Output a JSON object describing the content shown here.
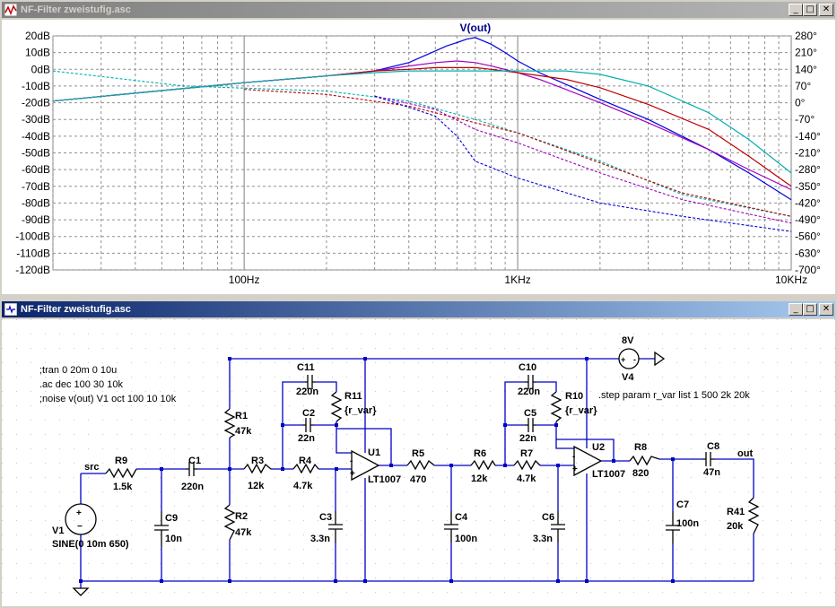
{
  "plot_window": {
    "title": "NF-Filter zweistufig.asc",
    "trace_label": "V(out)",
    "left_ticks": [
      "20dB",
      "10dB",
      "0dB",
      "-10dB",
      "-20dB",
      "-30dB",
      "-40dB",
      "-50dB",
      "-60dB",
      "-70dB",
      "-80dB",
      "-90dB",
      "-100dB",
      "-110dB",
      "-120dB"
    ],
    "right_ticks": [
      "280°",
      "210°",
      "140°",
      "70°",
      "0°",
      "-70°",
      "-140°",
      "-210°",
      "-280°",
      "-350°",
      "-420°",
      "-490°",
      "-560°",
      "-630°",
      "-700°"
    ],
    "x_ticks": [
      "100Hz",
      "1KHz",
      "10KHz"
    ]
  },
  "chart_data": {
    "type": "line",
    "title": "V(out)",
    "x_scale": "log",
    "xlim_hz": [
      20,
      10000
    ],
    "ylim_db": [
      -120,
      20
    ],
    "ylim_phase_deg": [
      -700,
      280
    ],
    "grid": true,
    "series": [
      {
        "color": "#0000e0",
        "x": [
          20,
          100,
          200,
          300,
          400,
          500,
          550,
          600,
          650,
          700,
          800,
          900,
          1000,
          1200,
          1500,
          2000,
          3000,
          5000,
          7000,
          10000
        ],
        "magnitude_db": [
          -19,
          -8,
          -4,
          -1,
          4,
          11,
          14,
          16,
          18,
          19,
          15,
          10,
          5,
          -2,
          -9,
          -18,
          -30,
          -48,
          -62,
          -78
        ]
      },
      {
        "color": "#a000c0",
        "x": [
          20,
          100,
          200,
          300,
          400,
          500,
          600,
          700,
          800,
          1000,
          1200,
          1500,
          2000,
          3000,
          5000,
          7000,
          10000
        ],
        "magnitude_db": [
          -19,
          -8,
          -4,
          -1,
          2,
          4,
          5,
          4,
          2,
          -2,
          -6,
          -12,
          -20,
          -32,
          -48,
          -60,
          -72
        ]
      },
      {
        "color": "#c00000",
        "x": [
          20,
          100,
          200,
          300,
          400,
          500,
          600,
          700,
          800,
          1000,
          1500,
          2000,
          3000,
          5000,
          7000,
          10000
        ],
        "magnitude_db": [
          -19,
          -8,
          -4,
          -1,
          0,
          1,
          1,
          1,
          0,
          -2,
          -6,
          -11,
          -21,
          -36,
          -52,
          -70
        ]
      },
      {
        "color": "#00b0b0",
        "x": [
          20,
          100,
          200,
          300,
          400,
          500,
          700,
          1000,
          1500,
          2000,
          3000,
          5000,
          7000,
          10000
        ],
        "magnitude_db": [
          -19,
          -8,
          -4,
          -2,
          -1,
          -1,
          -1,
          -1,
          -1,
          -3,
          -10,
          -26,
          -42,
          -62
        ]
      }
    ]
  },
  "schematic_window": {
    "title": "NF-Filter zweistufig.asc",
    "directives": [
      ";tran 0 20m 0 10u",
      ".ac dec 100 30 10k",
      ";noise v(out) V1 oct 100 10 10k"
    ],
    "step_directive": ".step param r_var list 1 500 2k 20k",
    "net_labels": {
      "src": "src",
      "out": "out"
    },
    "components": {
      "R9": {
        "name": "R9",
        "value": "1.5k"
      },
      "C1": {
        "name": "C1",
        "value": "220n"
      },
      "C9": {
        "name": "C9",
        "value": "10n"
      },
      "R1": {
        "name": "R1",
        "value": "47k"
      },
      "R2": {
        "name": "R2",
        "value": "47k"
      },
      "R3": {
        "name": "R3",
        "value": "12k"
      },
      "R4": {
        "name": "R4",
        "value": "4.7k"
      },
      "C11": {
        "name": "C11",
        "value": "220n"
      },
      "C2": {
        "name": "C2",
        "value": "22n"
      },
      "R11": {
        "name": "R11",
        "value": "{r_var}"
      },
      "C3": {
        "name": "C3",
        "value": "3.3n"
      },
      "U1": {
        "name": "U1",
        "value": "LT1007"
      },
      "R5": {
        "name": "R5",
        "value": "470"
      },
      "R6": {
        "name": "R6",
        "value": "12k"
      },
      "R7": {
        "name": "R7",
        "value": "4.7k"
      },
      "C4": {
        "name": "C4",
        "value": "100n"
      },
      "C10": {
        "name": "C10",
        "value": "220n"
      },
      "C5": {
        "name": "C5",
        "value": "22n"
      },
      "R10": {
        "name": "R10",
        "value": "{r_var}"
      },
      "C6": {
        "name": "C6",
        "value": "3.3n"
      },
      "U2": {
        "name": "U2",
        "value": "LT1007"
      },
      "R8": {
        "name": "R8",
        "value": "820"
      },
      "C8": {
        "name": "C8",
        "value": "47n"
      },
      "C7": {
        "name": "C7",
        "value": "100n"
      },
      "R41": {
        "name": "R41",
        "value": "20k"
      },
      "V4": {
        "name": "V4",
        "value": "8V"
      },
      "V1": {
        "name": "V1",
        "value": "SINE(0 10m 650)"
      }
    }
  },
  "colors": {
    "active_title": "#0a246a",
    "inactive_title": "#808080",
    "wire": "#0000c8",
    "component": "#000000",
    "grid": "#808080"
  }
}
